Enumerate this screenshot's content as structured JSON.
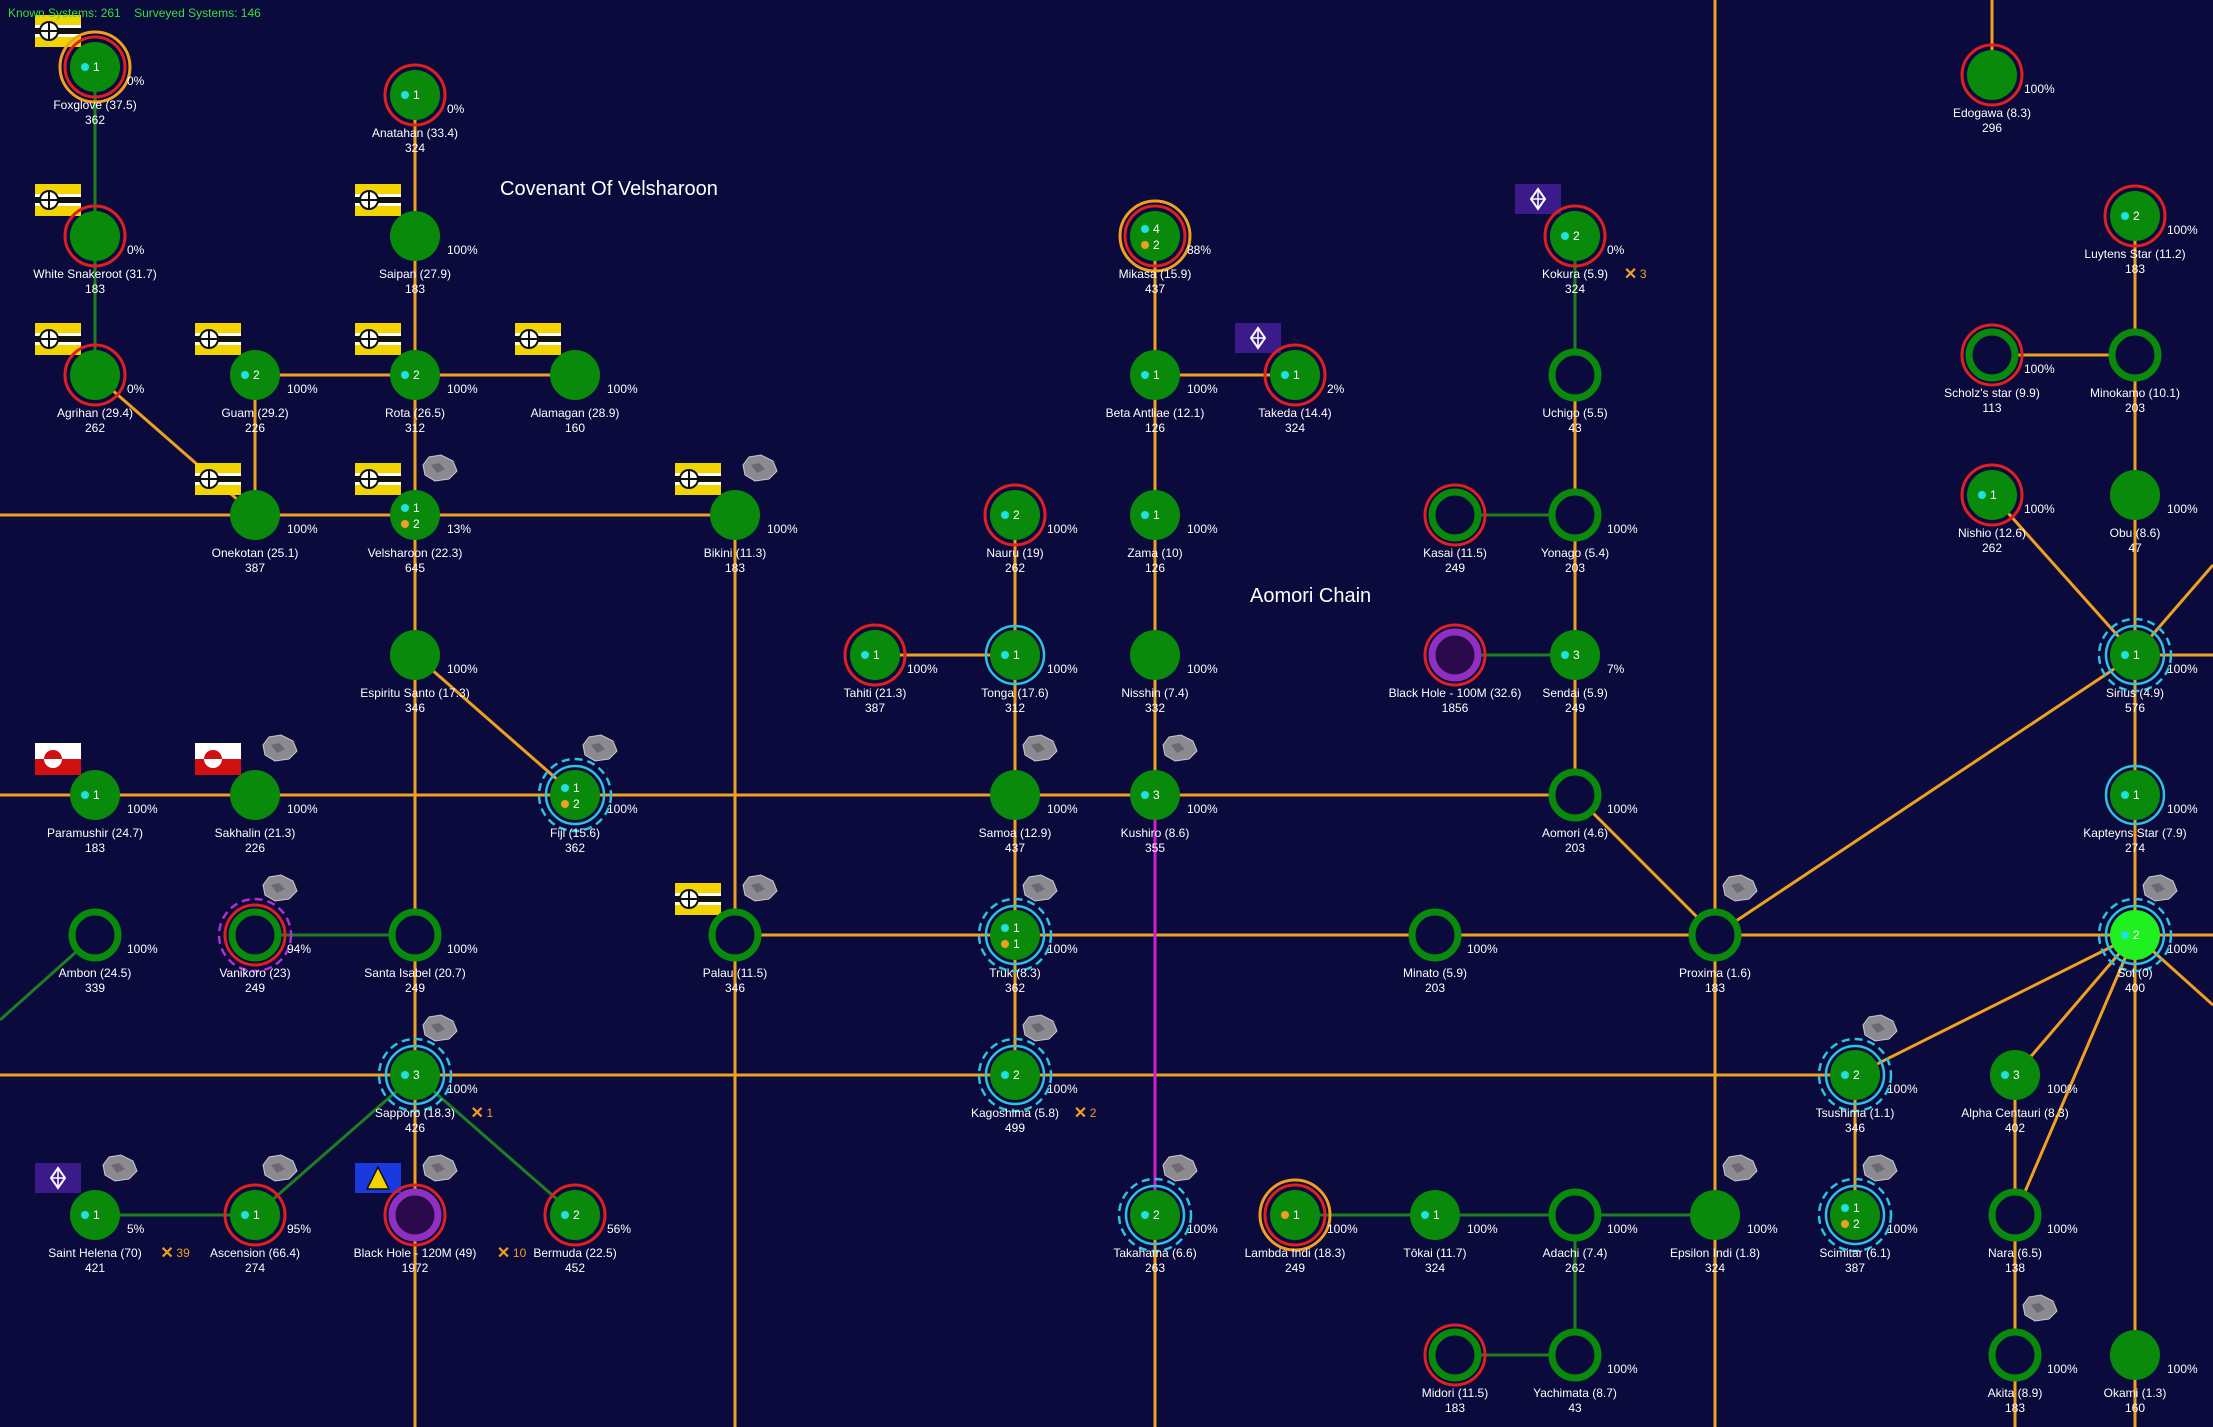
{
  "header": {
    "known": "Known Systems: 261",
    "surveyed": "Surveyed Systems: 146"
  },
  "regions": [
    {
      "id": "velsharoon",
      "label": "Covenant Of Velsharoon"
    },
    {
      "id": "aomori",
      "label": "Aomori Chain"
    }
  ],
  "colors": {
    "background": "#0a0a3c",
    "planet": "#0a8a0a",
    "jump_route": "#f0a020",
    "fleet_route": "#1f7f1f",
    "warp_line": "#d020d0",
    "pop_ring": "#e02020",
    "mining_ring": "#f0a020",
    "survey_ring": "#30c0e0",
    "label": "#ffffff"
  },
  "systems": [
    {
      "id": "foxglove",
      "name": "Foxglove  (37.5)",
      "pop": "362",
      "pct": "0%",
      "count": "1",
      "ring": "orange",
      "flag": "velsharoon"
    },
    {
      "id": "anatahan",
      "name": "Anatahan  (33.4)",
      "pop": "324",
      "pct": "0%",
      "count": "1",
      "ring": "red"
    },
    {
      "id": "edogawa",
      "name": "Edogawa  (8.3)",
      "pop": "296",
      "pct": "100%",
      "ring": "red"
    },
    {
      "id": "white_snakeroot",
      "name": "White Snakeroot  (31.7)",
      "pop": "183",
      "pct": "0%",
      "ring": "red",
      "flag": "velsharoon"
    },
    {
      "id": "saipan",
      "name": "Saipan  (27.9)",
      "pop": "183",
      "pct": "100%",
      "flag": "velsharoon"
    },
    {
      "id": "mikasa",
      "name": "Mikasa  (15.9)",
      "pop": "437",
      "pct": "88%",
      "count": "4",
      "count2": "2",
      "ring": "orange"
    },
    {
      "id": "kokura",
      "name": "Kokura  (5.9)",
      "pop": "324",
      "pct": "0%",
      "count": "2",
      "ring": "red",
      "flag": "alien",
      "xcount": "3"
    },
    {
      "id": "luytens",
      "name": "Luytens Star  (11.2)",
      "pop": "183",
      "pct": "100%",
      "count": "2",
      "ring": "red"
    },
    {
      "id": "agrihan",
      "name": "Agrihan  (29.4)",
      "pop": "262",
      "pct": "0%",
      "ring": "red",
      "flag": "velsharoon"
    },
    {
      "id": "guam",
      "name": "Guam  (29.2)",
      "pop": "226",
      "pct": "100%",
      "count": "2",
      "flag": "velsharoon"
    },
    {
      "id": "rota",
      "name": "Rota  (26.5)",
      "pop": "312",
      "pct": "100%",
      "count": "2",
      "flag": "velsharoon"
    },
    {
      "id": "alamagan",
      "name": "Alamagan  (28.9)",
      "pop": "160",
      "pct": "100%",
      "flag": "velsharoon"
    },
    {
      "id": "beta_antliae",
      "name": "Beta Antliae  (12.1)",
      "pop": "126",
      "pct": "100%",
      "count": "1"
    },
    {
      "id": "takeda",
      "name": "Takeda  (14.4)",
      "pop": "324",
      "pct": "2%",
      "count": "1",
      "ring": "red",
      "flag": "alien"
    },
    {
      "id": "uchigo",
      "name": "Uchigo  (5.5)",
      "pop": "43",
      "hollow": true
    },
    {
      "id": "scholz",
      "name": "Scholz's star  (9.9)",
      "pop": "113",
      "pct": "100%",
      "ring": "red",
      "hollow": true
    },
    {
      "id": "minokamo",
      "name": "Minokamo  (10.1)",
      "pop": "203",
      "hollow": true
    },
    {
      "id": "onekotan",
      "name": "Onekotan  (25.1)",
      "pop": "387",
      "pct": "100%",
      "flag": "velsharoon"
    },
    {
      "id": "velsharoon",
      "name": "Velsharoon  (22.3)",
      "pop": "645",
      "pct": "13%",
      "count": "1",
      "count2": "2",
      "flag": "velsharoon",
      "asteroid": true
    },
    {
      "id": "bikini",
      "name": "Bikini  (11.3)",
      "pop": "183",
      "pct": "100%",
      "flag": "velsharoon",
      "asteroid": true
    },
    {
      "id": "nauru",
      "name": "Nauru  (19)",
      "pop": "262",
      "pct": "100%",
      "count": "2",
      "ring": "red"
    },
    {
      "id": "zama",
      "name": "Zama  (10)",
      "pop": "126",
      "pct": "100%",
      "count": "1"
    },
    {
      "id": "kasai",
      "name": "Kasai  (11.5)",
      "pop": "249",
      "ring": "red",
      "hollow": true
    },
    {
      "id": "yonago",
      "name": "Yonago  (5.4)",
      "pop": "203",
      "pct": "100%",
      "hollow": true
    },
    {
      "id": "nishio",
      "name": "Nishio  (12.6)",
      "pop": "262",
      "pct": "100%",
      "count": "1",
      "ring": "red"
    },
    {
      "id": "obu",
      "name": "Obu  (8.6)",
      "pop": "47",
      "pct": "100%"
    },
    {
      "id": "espiritu_santo",
      "name": "Espiritu Santo  (17.3)",
      "pop": "346",
      "pct": "100%"
    },
    {
      "id": "tahiti",
      "name": "Tahiti  (21.3)",
      "pop": "387",
      "pct": "100%",
      "count": "1",
      "ring": "red"
    },
    {
      "id": "tonga",
      "name": "Tonga  (17.6)",
      "pop": "312",
      "pct": "100%",
      "count": "1",
      "ring": "cyan"
    },
    {
      "id": "nisshin",
      "name": "Nisshin  (7.4)",
      "pop": "332",
      "pct": "100%"
    },
    {
      "id": "black_hole_100",
      "name": "Black Hole - 100M  (32.6)",
      "pop": "1856",
      "ring": "red",
      "hollow": true,
      "purple": true
    },
    {
      "id": "sendai",
      "name": "Sendai  (5.9)",
      "pop": "249",
      "pct": "7%",
      "count": "3"
    },
    {
      "id": "sirius",
      "name": "Sirius  (4.9)",
      "pop": "576",
      "pct": "100%",
      "count": "1",
      "ring": "cyan-dash"
    },
    {
      "id": "paramushir",
      "name": "Paramushir  (24.7)",
      "pop": "183",
      "pct": "100%",
      "count": "1",
      "flag": "green"
    },
    {
      "id": "sakhalin",
      "name": "Sakhalin  (21.3)",
      "pop": "226",
      "pct": "100%",
      "flag": "green",
      "asteroid": true
    },
    {
      "id": "fiji",
      "name": "Fiji  (15.6)",
      "pop": "362",
      "pct": "100%",
      "count": "1",
      "count2": "2",
      "ring": "cyan-dash",
      "asteroid": true
    },
    {
      "id": "samoa",
      "name": "Samoa  (12.9)",
      "pop": "437",
      "pct": "100%",
      "asteroid": true
    },
    {
      "id": "kushiro",
      "name": "Kushiro  (8.6)",
      "pop": "355",
      "pct": "100%",
      "count": "3",
      "asteroid": true
    },
    {
      "id": "aomori",
      "name": "Aomori  (4.6)",
      "pop": "203",
      "pct": "100%",
      "hollow": true
    },
    {
      "id": "kapteyns",
      "name": "Kapteyns Star  (7.9)",
      "pop": "274",
      "pct": "100%",
      "count": "1",
      "ring": "cyan"
    },
    {
      "id": "ambon",
      "name": "Ambon  (24.5)",
      "pop": "339",
      "pct": "100%",
      "hollow": true
    },
    {
      "id": "vanikoro",
      "name": "Vanikoro  (23)",
      "pop": "249",
      "pct": "94%",
      "ring": "red",
      "hollow": true,
      "purple_dash": true,
      "asteroid": true
    },
    {
      "id": "santa_isabel",
      "name": "Santa Isabel  (20.7)",
      "pop": "249",
      "pct": "100%",
      "hollow": true
    },
    {
      "id": "palau",
      "name": "Palau  (11.5)",
      "pop": "346",
      "flag": "velsharoon",
      "hollow": true,
      "asteroid": true
    },
    {
      "id": "truk",
      "name": "Truk  (8.3)",
      "pop": "362",
      "pct": "100%",
      "count": "1",
      "count2": "1",
      "ring": "cyan-dash",
      "asteroid": true
    },
    {
      "id": "minato",
      "name": "Minato  (5.9)",
      "pop": "203",
      "pct": "100%",
      "hollow": true
    },
    {
      "id": "proxima",
      "name": "Proxima  (1.6)",
      "pop": "183",
      "hollow": true,
      "asteroid": true
    },
    {
      "id": "sol",
      "name": "Sol  (0)",
      "pop": "400",
      "pct": "100%",
      "count": "2",
      "ring": "cyan-dash",
      "bright": true,
      "asteroid": true
    },
    {
      "id": "sapporo",
      "name": "Sapporo  (18.3)",
      "pop": "426",
      "pct": "100%",
      "count": "3",
      "ring": "cyan-dash",
      "asteroid": true,
      "xcount": "1"
    },
    {
      "id": "kagoshima",
      "name": "Kagoshima  (5.8)",
      "pop": "499",
      "pct": "100%",
      "count": "2",
      "ring": "cyan-dash",
      "asteroid": true,
      "xcount": "2"
    },
    {
      "id": "tsushima",
      "name": "Tsushima  (1.1)",
      "pop": "346",
      "pct": "100%",
      "count": "2",
      "ring": "cyan-dash",
      "asteroid": true
    },
    {
      "id": "alpha_centauri",
      "name": "Alpha Centauri  (8.3)",
      "pop": "402",
      "pct": "100%",
      "count": "3"
    },
    {
      "id": "saint_helena",
      "name": "Saint Helena  (70)",
      "pop": "421",
      "pct": "5%",
      "count": "1",
      "flag": "alien",
      "asteroid": true,
      "xcount": "39"
    },
    {
      "id": "ascension",
      "name": "Ascension  (66.4)",
      "pop": "274",
      "pct": "95%",
      "count": "1",
      "ring": "red",
      "asteroid": true
    },
    {
      "id": "black_hole_120",
      "name": "Black Hole - 120M  (49)",
      "pop": "1972",
      "ring": "red",
      "hollow": true,
      "purple": true,
      "flag": "blue",
      "asteroid": true,
      "xcount": "10"
    },
    {
      "id": "bermuda",
      "name": "Bermuda  (22.5)",
      "pop": "452",
      "pct": "56%",
      "count": "2",
      "ring": "red"
    },
    {
      "id": "takahama",
      "name": "Takahama  (6.6)",
      "pop": "263",
      "pct": "100%",
      "count": "2",
      "ring": "cyan-dash",
      "asteroid": true
    },
    {
      "id": "lambda_indi",
      "name": "Lambda Indi  (18.3)",
      "pop": "249",
      "pct": "100%",
      "count": "1",
      "ring": "orange",
      "orange_dot": true
    },
    {
      "id": "tokai",
      "name": "Tōkai  (11.7)",
      "pop": "324",
      "pct": "100%",
      "count": "1"
    },
    {
      "id": "adachi",
      "name": "Adachi  (7.4)",
      "pop": "262",
      "pct": "100%",
      "hollow": true
    },
    {
      "id": "epsilon_indi",
      "name": "Epsilon Indi  (1.8)",
      "pop": "324",
      "pct": "100%",
      "asteroid": true
    },
    {
      "id": "scimitar",
      "name": "Scimitar  (6.1)",
      "pop": "387",
      "pct": "100%",
      "count": "1",
      "count2": "2",
      "ring": "cyan-dash",
      "asteroid": true
    },
    {
      "id": "nara",
      "name": "Nara  (6.5)",
      "pop": "138",
      "pct": "100%",
      "hollow": true
    },
    {
      "id": "midori",
      "name": "Midori  (11.5)",
      "pop": "183",
      "ring": "red",
      "hollow": true
    },
    {
      "id": "yachimata",
      "name": "Yachimata  (8.7)",
      "pop": "43",
      "pct": "100%",
      "hollow": true
    },
    {
      "id": "akita",
      "name": "Akita  (8.9)",
      "pop": "183",
      "pct": "100%",
      "hollow": true,
      "asteroid": true
    },
    {
      "id": "okami",
      "name": "Okami  (1.3)",
      "pop": "160",
      "pct": "100%"
    }
  ]
}
